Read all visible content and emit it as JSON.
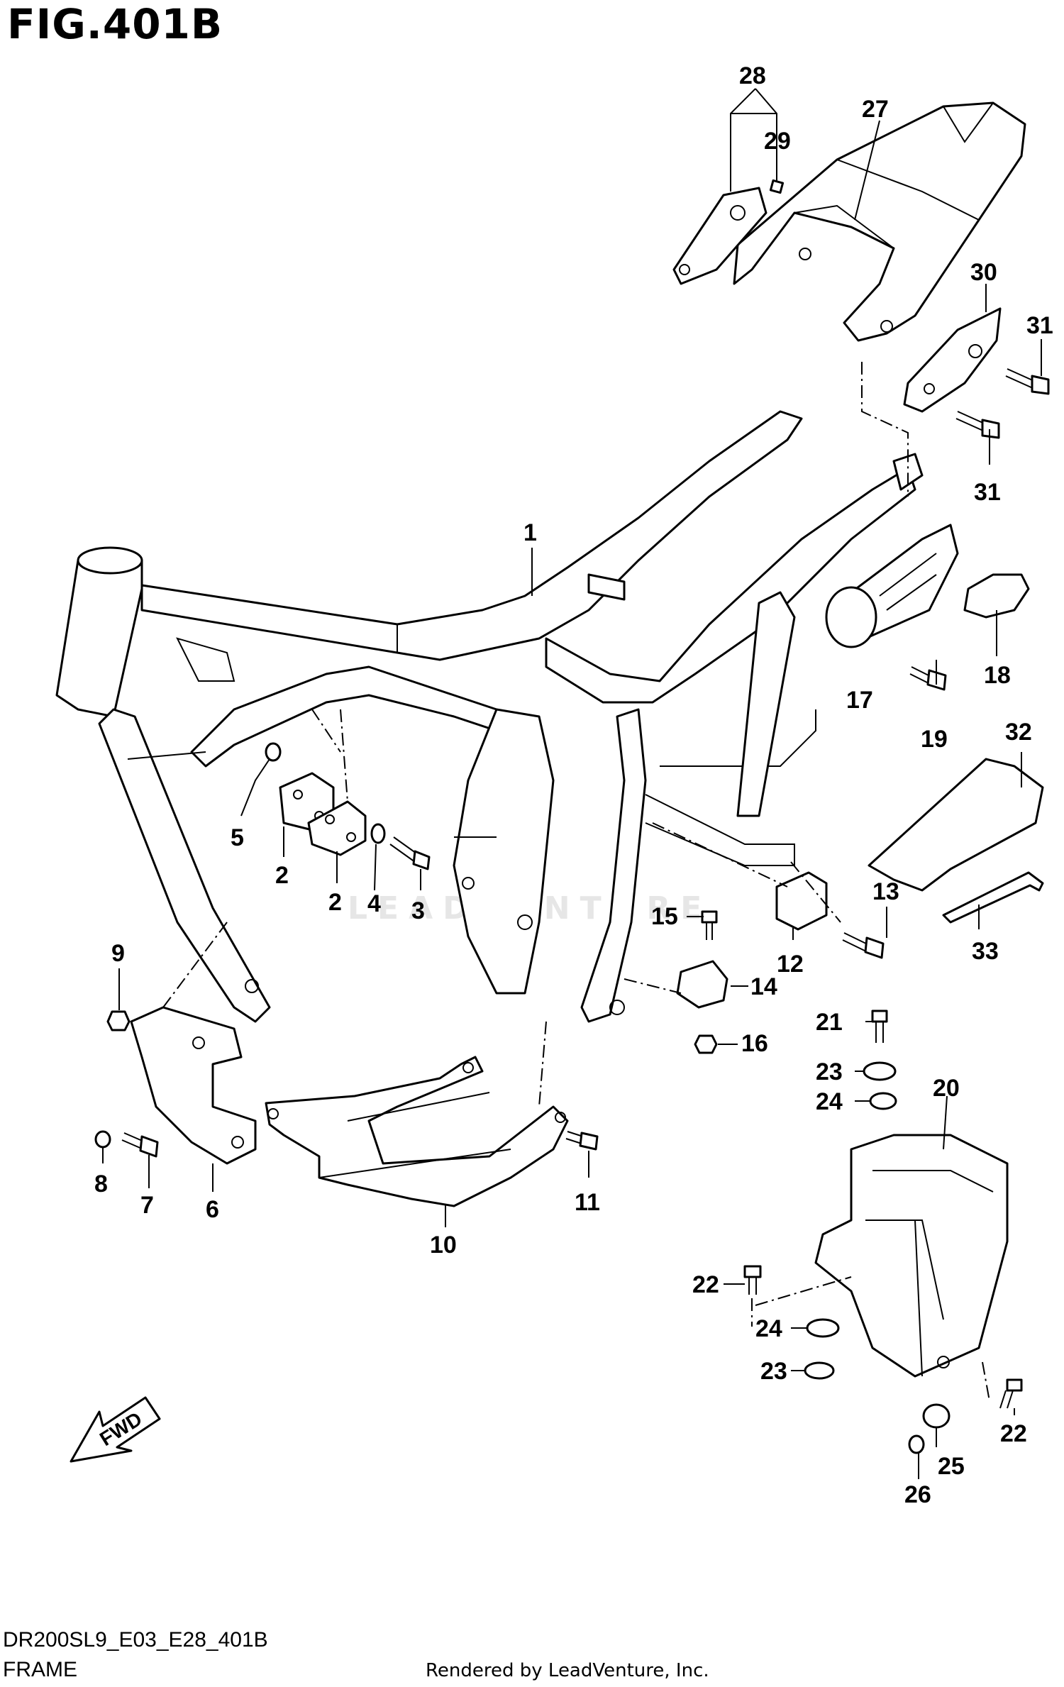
{
  "figure": {
    "title": "FIG.401B",
    "code": "DR200SL9_E03_E28_401B",
    "name": "FRAME",
    "credit": "Rendered by LeadVenture, Inc.",
    "watermark": "LEADVENTURE"
  },
  "fwd_label": "FWD",
  "callouts": {
    "c1": "1",
    "c2a": "2",
    "c2b": "2",
    "c3": "3",
    "c4": "4",
    "c5": "5",
    "c6": "6",
    "c7": "7",
    "c8": "8",
    "c9": "9",
    "c10": "10",
    "c11": "11",
    "c12": "12",
    "c13": "13",
    "c14": "14",
    "c15": "15",
    "c16": "16",
    "c17": "17",
    "c18": "18",
    "c19": "19",
    "c20": "20",
    "c21": "21",
    "c22a": "22",
    "c22b": "22",
    "c23a": "23",
    "c23b": "23",
    "c24a": "24",
    "c24b": "24",
    "c25": "25",
    "c26": "26",
    "c27": "27",
    "c28": "28",
    "c29": "29",
    "c30": "30",
    "c31a": "31",
    "c31b": "31",
    "c32": "32",
    "c33": "33"
  }
}
